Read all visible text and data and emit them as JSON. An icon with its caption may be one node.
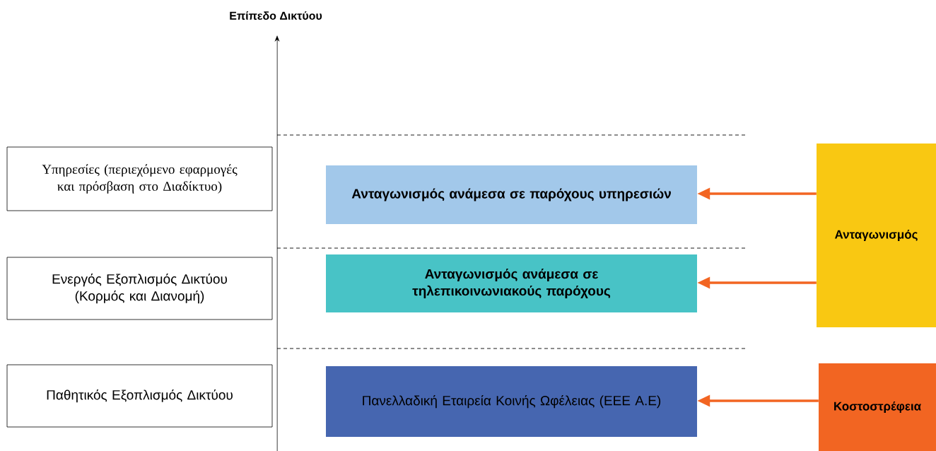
{
  "diagram": {
    "nodes": [
      {
        "text": [
          "Υπηρεσίες (περιεχόμενο εφαρμογές και πρόσβαση στο Διαδίκτυο)"
        ]
      },
      {
        "text": [
          "Ενεργός Εξοπλισμός Δικτύου (Κορμός και Διανομή)"
        ]
      },
      {
        "text": [
          "Παθητικός Εξοπλισμός Δικτύου"
        ]
      },
      {
        "text": [
          "Ανταγωνισμός ανάμεσα σε παρόχους υπηρεσιών"
        ]
      },
      {
        "text": [
          "Ανταγωνισμός ανάμεσα σε τηλεπικοινωνιακούς παρόχους"
        ]
      },
      {
        "text": [
          "Πανελλαδική Εταιρεία Κοινής Ωφέλειας (ΕΕΕ Α.Ε)"
        ]
      },
      {
        "text": [
          "Ανταγωνισμός"
        ]
      },
      {
        "text": [
          "Κοστοστρέφεια"
        ]
      }
    ],
    "edges": [
      {
        "from": 6,
        "to": 3,
        "arrow": "to"
      },
      {
        "from": 6,
        "to": 4,
        "arrow": "to"
      },
      {
        "from": 7,
        "to": 5,
        "arrow": "to"
      }
    ],
    "labels": [
      "Επίπεδο Δικτύου"
    ]
  }
}
